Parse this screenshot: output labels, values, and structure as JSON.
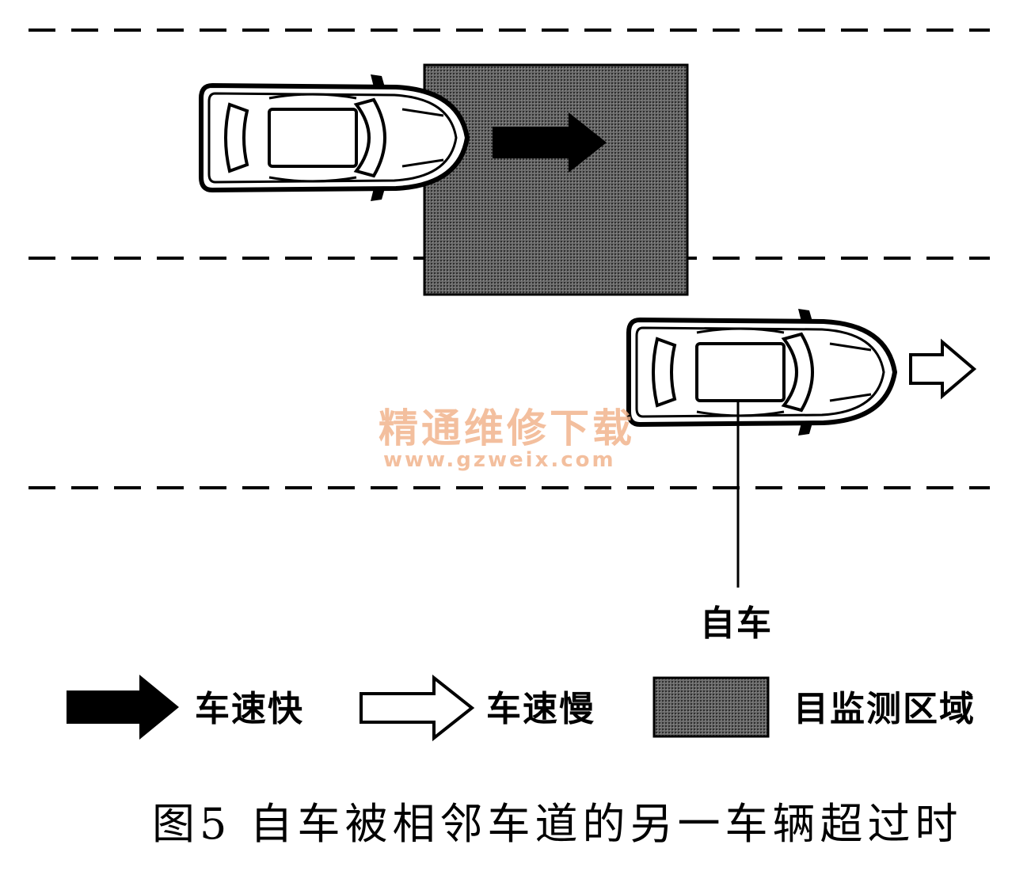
{
  "diagram": {
    "ego_car_label": "自车",
    "caption": "图5 自车被相邻车道的另一车辆超过时"
  },
  "legend": {
    "items": [
      {
        "icon": "filled-arrow-icon",
        "label": "车速快"
      },
      {
        "icon": "hollow-arrow-icon",
        "label": "车速慢"
      },
      {
        "icon": "hatched-region-icon",
        "label": "目监测区域"
      }
    ]
  },
  "watermark": {
    "text": "精通维修下载",
    "url": "www.gzweix.com"
  },
  "colors": {
    "ink": "#000000",
    "zone": "#5a5a5a",
    "watermark": "#f2b48e"
  }
}
